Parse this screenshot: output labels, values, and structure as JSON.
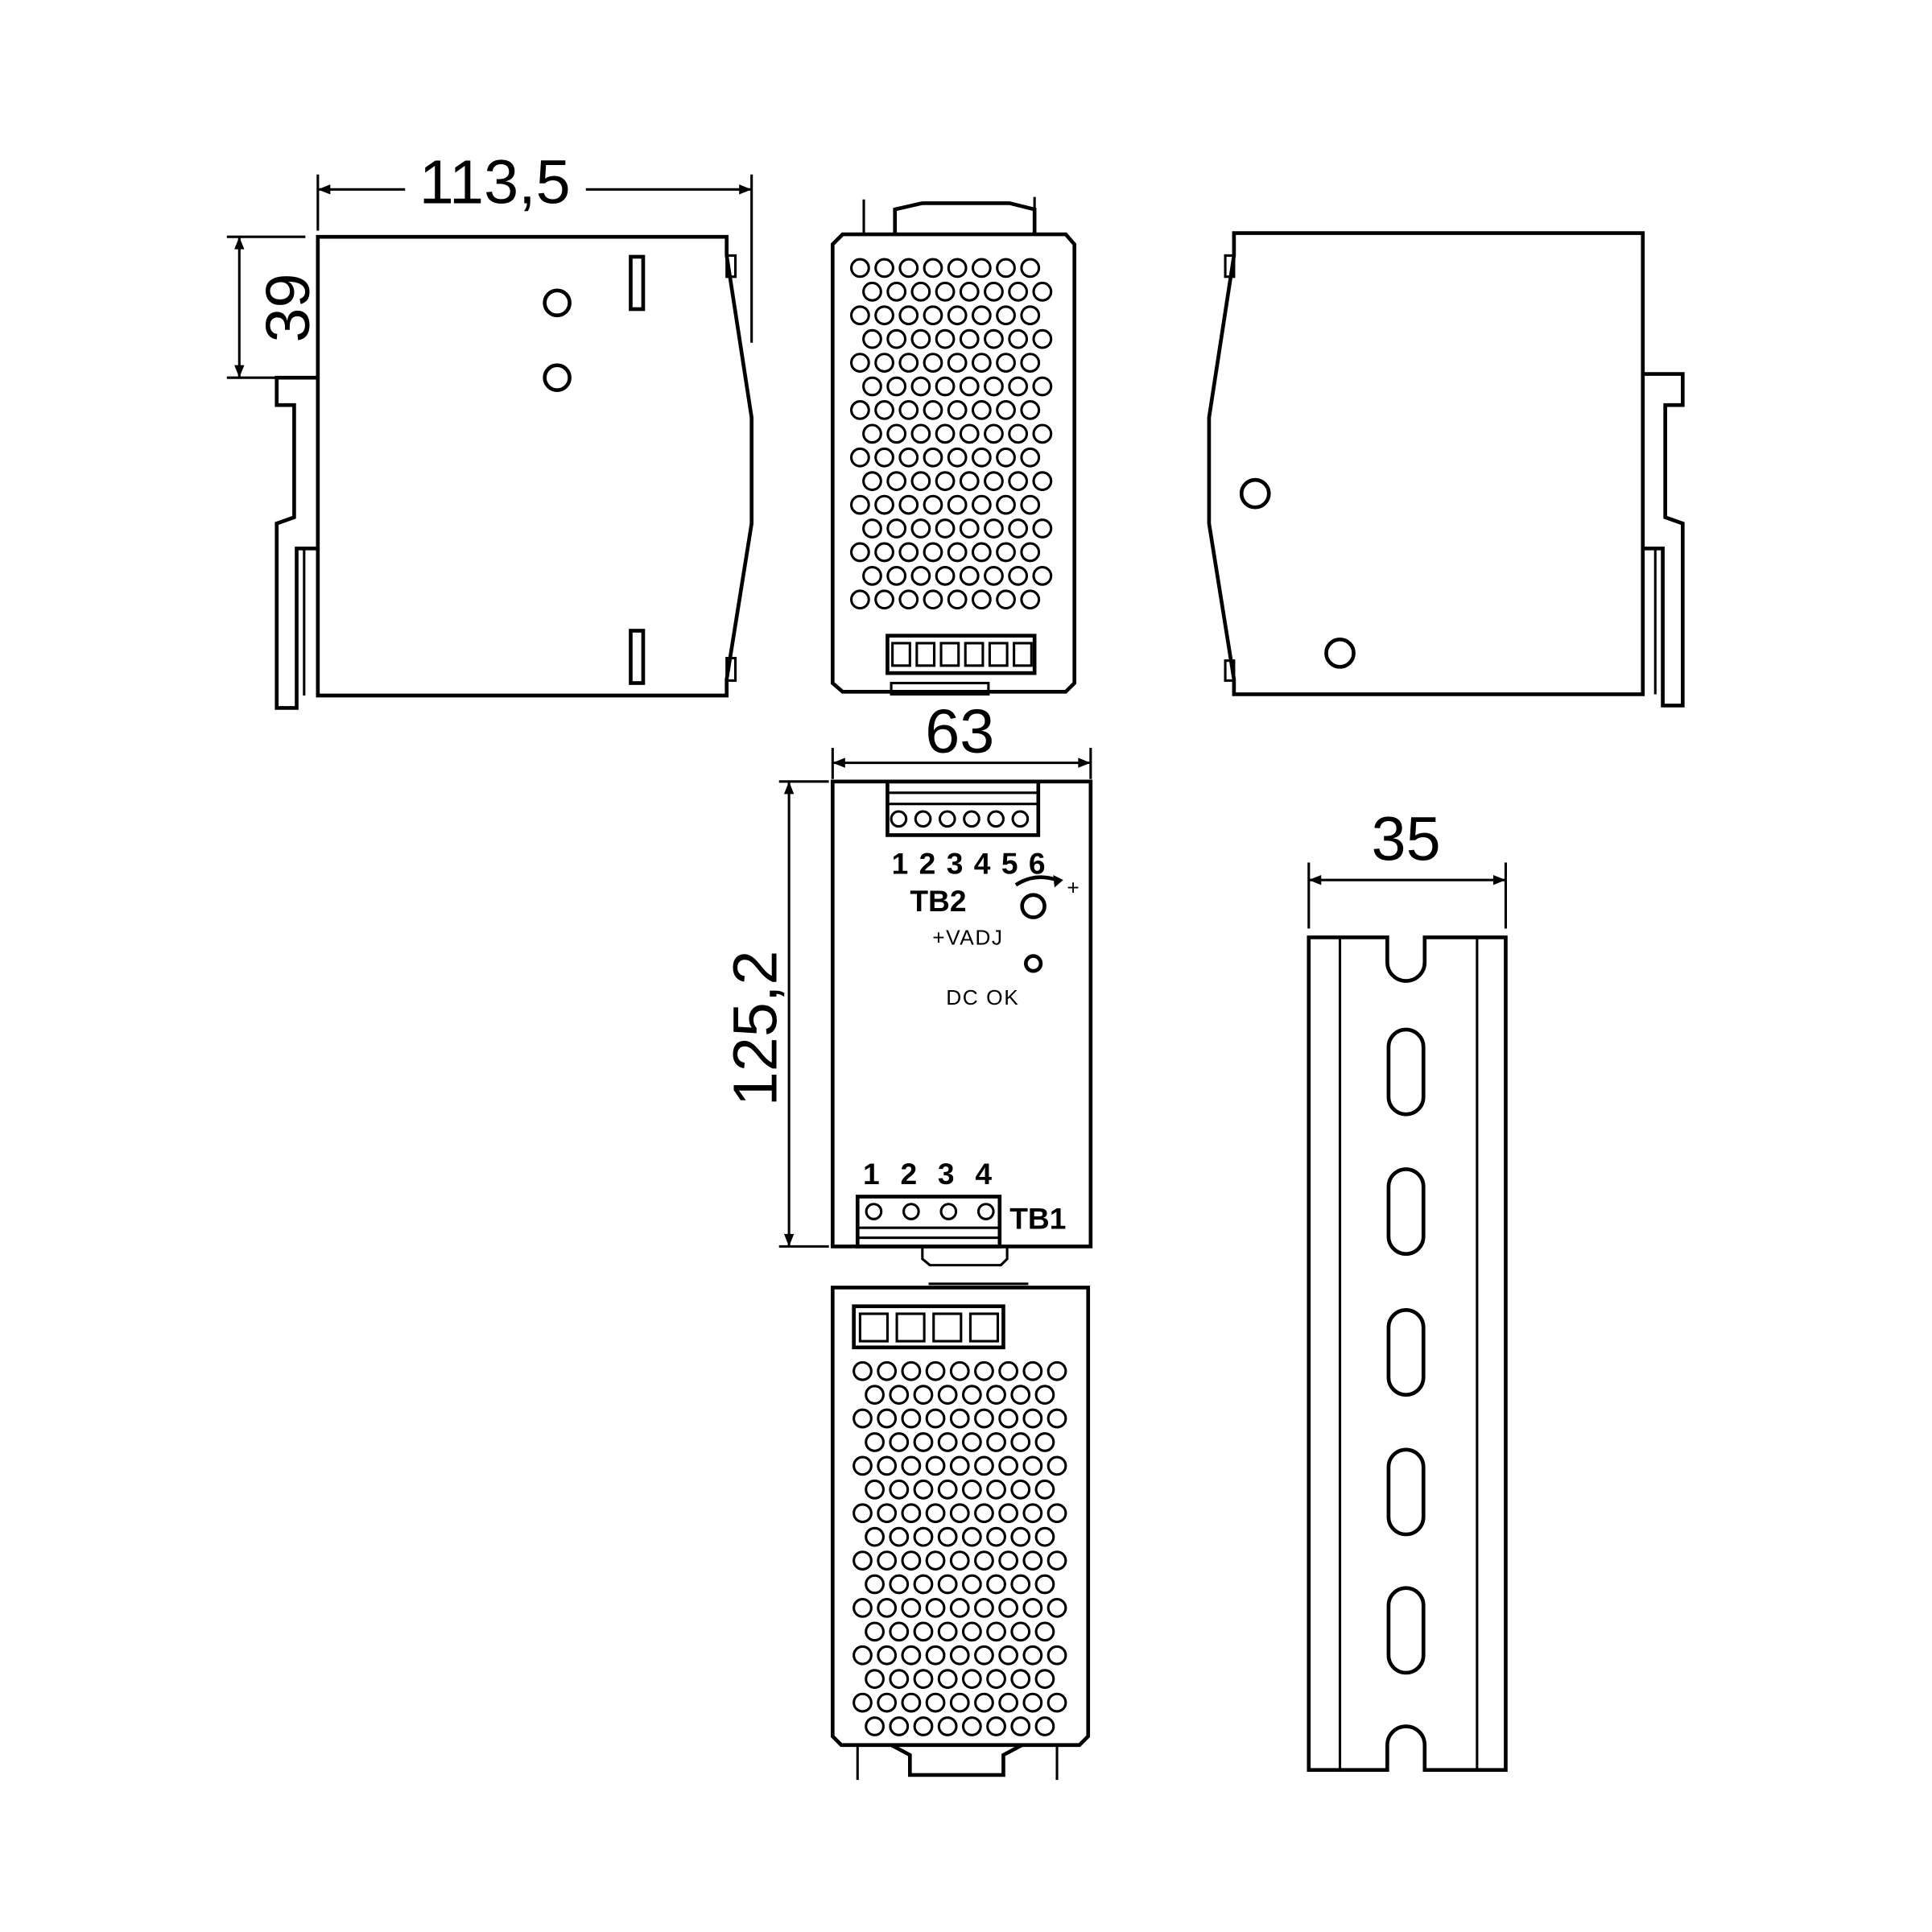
{
  "dimensions": {
    "depth": "113,5",
    "clip_offset": "39",
    "width": "63",
    "height": "125,2",
    "rail_width": "35"
  },
  "front_panel": {
    "tb2_label": "TB2",
    "tb2_terminals": [
      "1",
      "2",
      "3",
      "4",
      "5",
      "6"
    ],
    "vadj_label": "+VADJ",
    "vadj_plus": "+",
    "dc_ok_label": "DC OK",
    "tb1_label": "TB1",
    "tb1_terminals": [
      "1",
      "2",
      "3",
      "4"
    ]
  },
  "colors": {
    "line": "#000000",
    "background": "#ffffff"
  }
}
